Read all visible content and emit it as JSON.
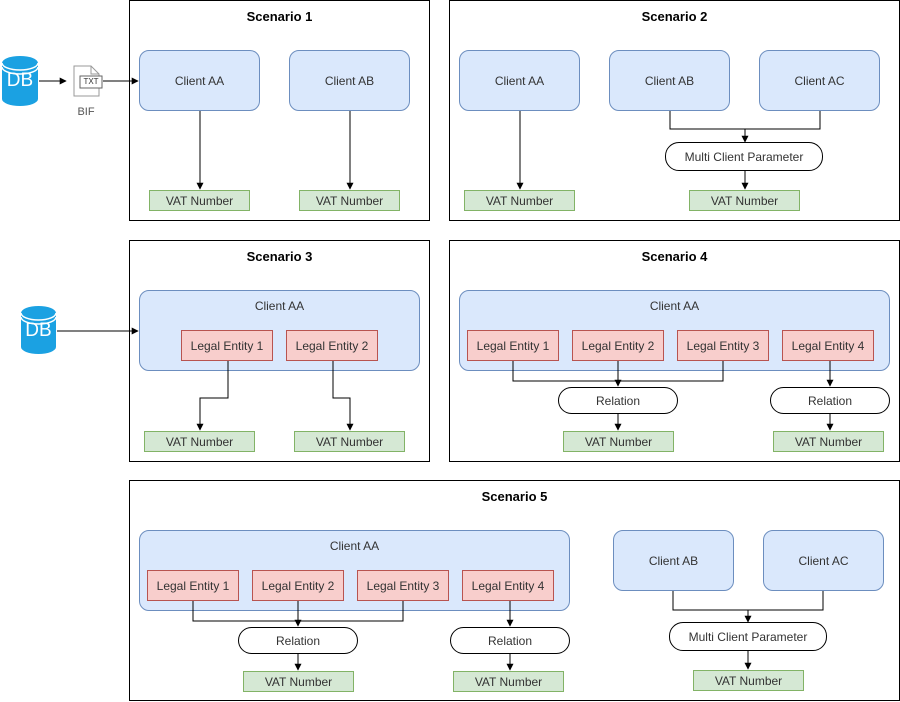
{
  "icons": {
    "db": "database-icon",
    "file": "text-file-icon"
  },
  "colors": {
    "client_fill": "#dae8fc",
    "client_stroke": "#6c8ebf",
    "entity_fill": "#f8cecc",
    "entity_stroke": "#b85450",
    "vat_fill": "#d5e8d4",
    "vat_stroke": "#82b366",
    "db_fill": "#1ba1e2"
  },
  "source": {
    "db_label": "DB",
    "file_label": "TXT",
    "file_caption": "BIF"
  },
  "scenario1": {
    "title": "Scenario 1",
    "client_aa": "Client AA",
    "client_ab": "Client AB",
    "vat_1": "VAT Number",
    "vat_2": "VAT Number"
  },
  "scenario2": {
    "title": "Scenario 2",
    "client_aa": "Client AA",
    "client_ab": "Client AB",
    "client_ac": "Client AC",
    "multi_client": "Multi Client Parameter",
    "vat_1": "VAT Number",
    "vat_2": "VAT Number"
  },
  "scenario3": {
    "title": "Scenario 3",
    "db_label": "DB",
    "client_aa": "Client AA",
    "entity_1": "Legal Entity 1",
    "entity_2": "Legal Entity 2",
    "vat_1": "VAT Number",
    "vat_2": "VAT Number"
  },
  "scenario4": {
    "title": "Scenario 4",
    "client_aa": "Client AA",
    "entity_1": "Legal Entity 1",
    "entity_2": "Legal Entity 2",
    "entity_3": "Legal Entity 3",
    "entity_4": "Legal Entity 4",
    "relation_1": "Relation",
    "relation_2": "Relation",
    "vat_1": "VAT Number",
    "vat_2": "VAT Number"
  },
  "scenario5": {
    "title": "Scenario 5",
    "client_aa": "Client AA",
    "entity_1": "Legal Entity 1",
    "entity_2": "Legal Entity 2",
    "entity_3": "Legal Entity 3",
    "entity_4": "Legal Entity 4",
    "relation_1": "Relation",
    "relation_2": "Relation",
    "vat_1": "VAT Number",
    "vat_2": "VAT Number",
    "client_ab": "Client AB",
    "client_ac": "Client AC",
    "multi_client": "Multi Client Parameter",
    "vat_3": "VAT Number"
  }
}
